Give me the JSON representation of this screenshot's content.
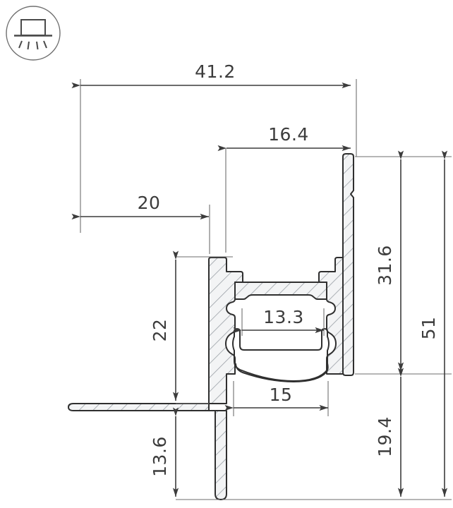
{
  "page": {
    "title": "LED Profile Cross-Section Technical Drawing",
    "background_color": "#ffffff",
    "line_color": "#3c3c3c",
    "hatch_color": "#9aa0a6",
    "fill_color": "#f2f3f4"
  },
  "badge": {
    "name": "recessed-downlight-icon",
    "shape": "circle",
    "stroke_color": "#6b6b6b",
    "description": "recessed luminaire symbol with light rays"
  },
  "dimensions": {
    "overall_width": {
      "label": "41.2",
      "orientation": "horizontal",
      "position": "top"
    },
    "inner_top_width": {
      "label": "16.4",
      "orientation": "horizontal",
      "position": "top-inner"
    },
    "left_offset": {
      "label": "20",
      "orientation": "horizontal",
      "position": "upper-left"
    },
    "left_height": {
      "label": "22",
      "orientation": "vertical",
      "position": "left"
    },
    "flange_drop": {
      "label": "13.6",
      "orientation": "vertical",
      "position": "lower-left"
    },
    "channel_inner_width": {
      "label": "13.3",
      "orientation": "horizontal",
      "position": "center"
    },
    "lens_width": {
      "label": "15",
      "orientation": "horizontal",
      "position": "center-lower"
    },
    "body_height": {
      "label": "31.6",
      "orientation": "vertical",
      "position": "right-inner"
    },
    "total_height": {
      "label": "51",
      "orientation": "vertical",
      "position": "right-outer"
    },
    "lower_height": {
      "label": "19.4",
      "orientation": "vertical",
      "position": "right-lower"
    }
  }
}
